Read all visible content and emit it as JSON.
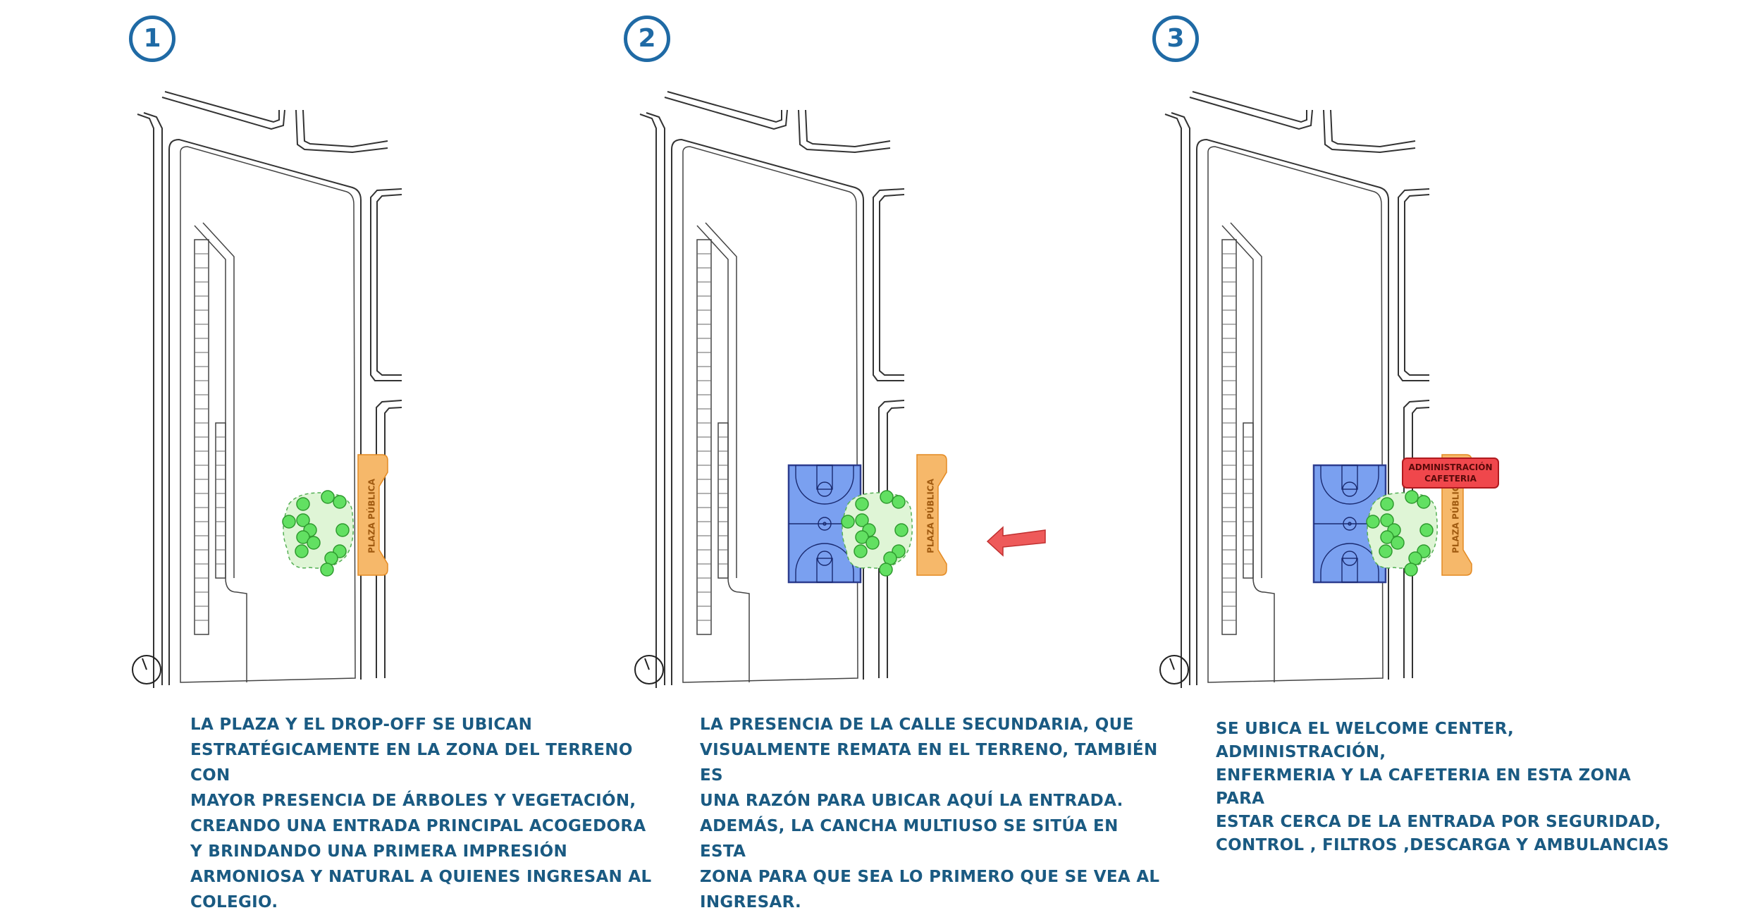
{
  "panels": [
    {
      "step": "1",
      "plaza_label": "PLAZA PÚBLICA",
      "description": [
        "LA PLAZA Y EL DROP-OFF SE UBICAN",
        "ESTRATÉGICAMENTE EN LA ZONA DEL TERRENO CON",
        "MAYOR PRESENCIA DE ÁRBOLES Y VEGETACIÓN,",
        "CREANDO UNA ENTRADA PRINCIPAL ACOGEDORA",
        "Y BRINDANDO UNA PRIMERA IMPRESIÓN",
        "ARMONIOSA Y NATURAL A QUIENES INGRESAN AL",
        "COLEGIO."
      ]
    },
    {
      "step": "2",
      "plaza_label": "PLAZA PÚBLICA",
      "description": [
        "LA PRESENCIA DE LA CALLE SECUNDARIA, QUE",
        "VISUALMENTE REMATA EN EL TERRENO, TAMBIÉN ES",
        "UNA RAZÓN PARA UBICAR AQUÍ LA ENTRADA.",
        "ADEMÁS, LA CANCHA MULTIUSO SE SITÚA EN ESTA",
        "ZONA PARA QUE SEA LO PRIMERO QUE SE VEA AL",
        "INGRESAR."
      ]
    },
    {
      "step": "3",
      "plaza_label": "PLAZA PÚBLICA",
      "admin_label_1": "ADMINISTRACIÓN",
      "admin_label_2": "CAFETERIA",
      "description": [
        "SE UBICA EL WELCOME CENTER,  ADMINISTRACIÓN,",
        "ENFERMERIA Y LA CAFETERIA EN ESTA ZONA PARA",
        "ESTAR CERCA DE LA ENTRADA POR SEGURIDAD,",
        "CONTROL , FILTROS ,DESCARGA Y AMBULANCIAS"
      ]
    }
  ],
  "colors": {
    "step_blue": "#1f6aa5",
    "text_blue": "#1a5a82",
    "plaza_orange": "#f6b86a",
    "court_blue": "#7aa0f0",
    "tree_green": "#62e062",
    "vegetation_green": "#dff5d6",
    "arrow_red": "#ee5a5a",
    "admin_red": "#f0474c"
  }
}
